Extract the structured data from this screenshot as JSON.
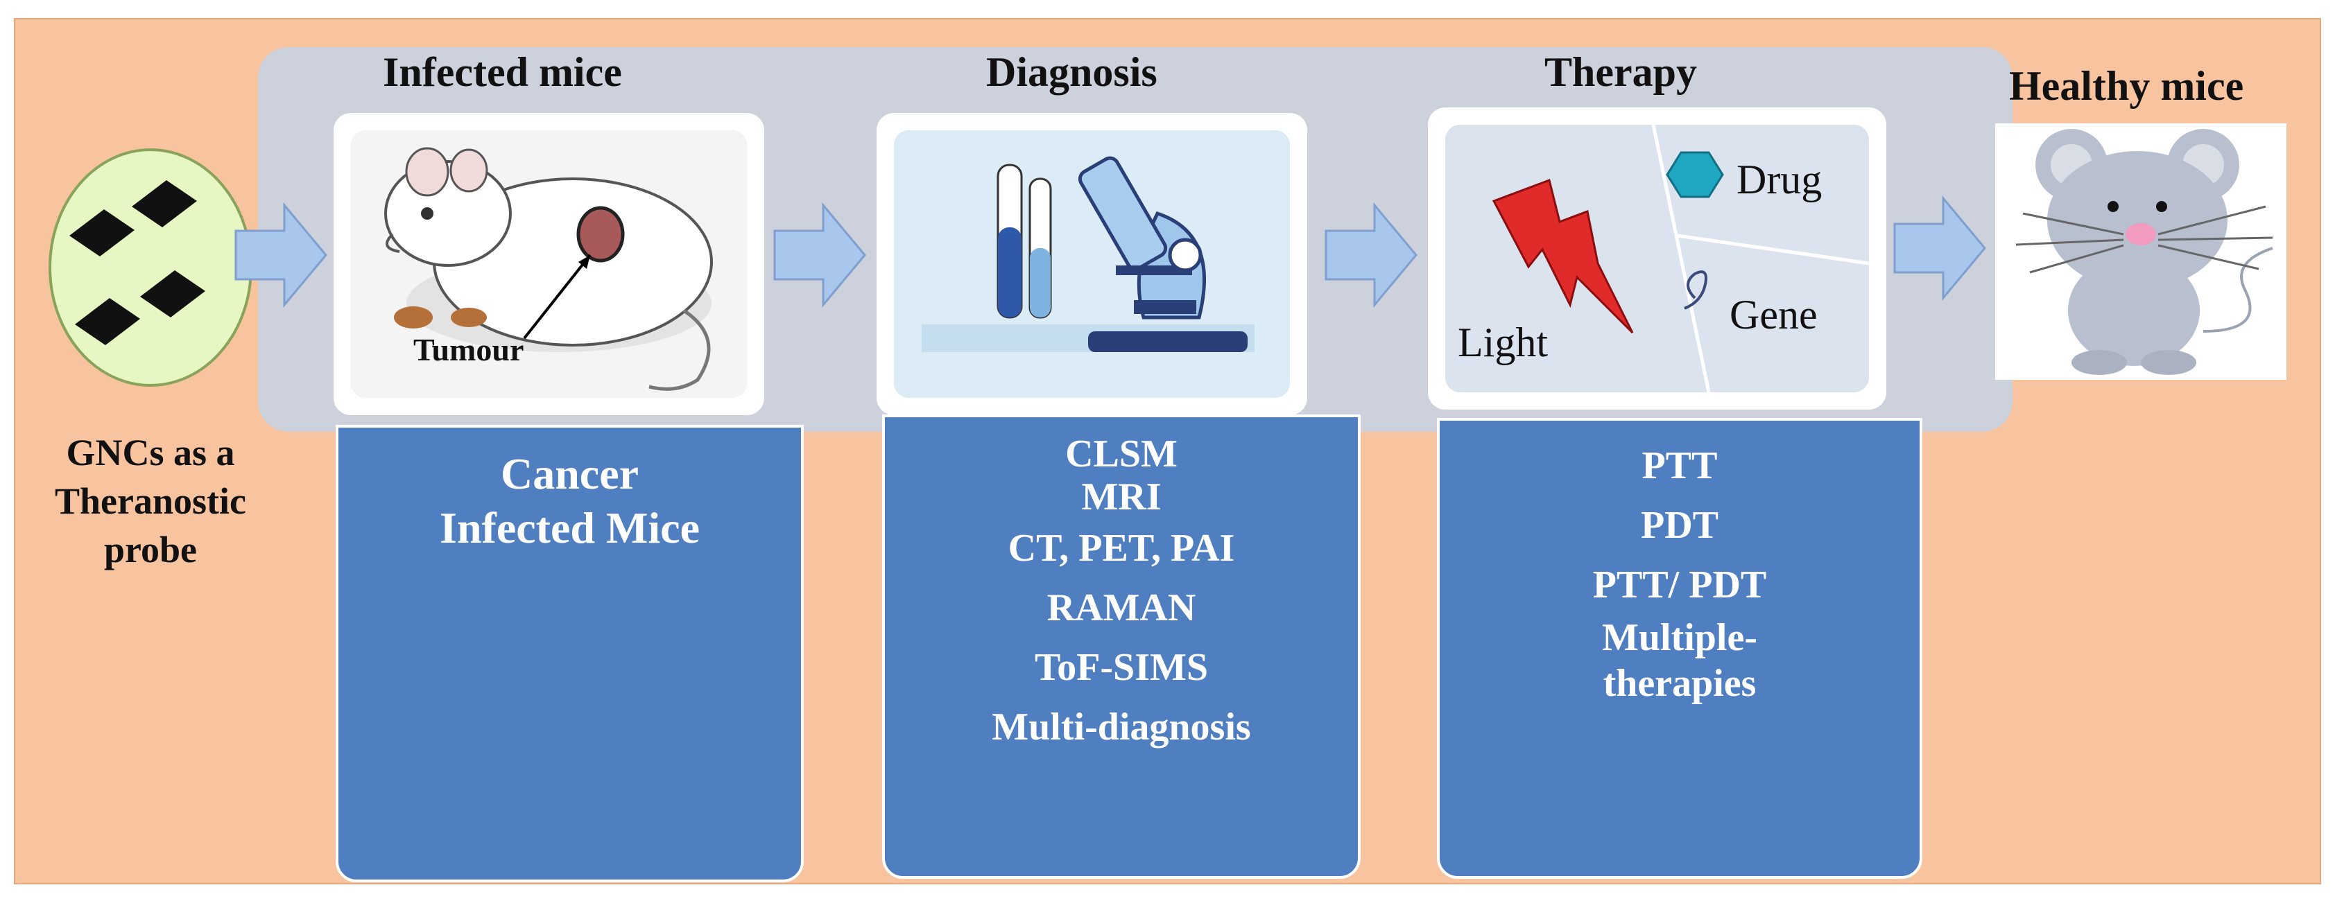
{
  "probe": {
    "label_lines": [
      "GNCs as a",
      "Theranostic",
      "probe"
    ]
  },
  "stages": {
    "infected": {
      "title": "Infected mice",
      "image_label": "Tumour",
      "box_lines": [
        "Cancer",
        "Infected Mice"
      ]
    },
    "diagnosis": {
      "title": "Diagnosis",
      "box_lines": [
        "CLSM",
        "MRI",
        "CT, PET, PAI",
        "RAMAN",
        "ToF-SIMS",
        "Multi-diagnosis"
      ]
    },
    "therapy": {
      "title": "Therapy",
      "image_labels": {
        "drug": "Drug",
        "light": "Light",
        "gene": "Gene"
      },
      "box_lines": [
        "PTT",
        "PDT",
        "PTT/ PDT",
        "Multiple-",
        "therapies"
      ]
    },
    "healthy": {
      "title": "Healthy mice"
    }
  },
  "colors": {
    "background": "#f8c49f",
    "band": "#cdd1dc",
    "box_blue": "#4f7fc0",
    "arrow_blue": "#a9c6ec",
    "probe_green": "#e6f7c4"
  }
}
